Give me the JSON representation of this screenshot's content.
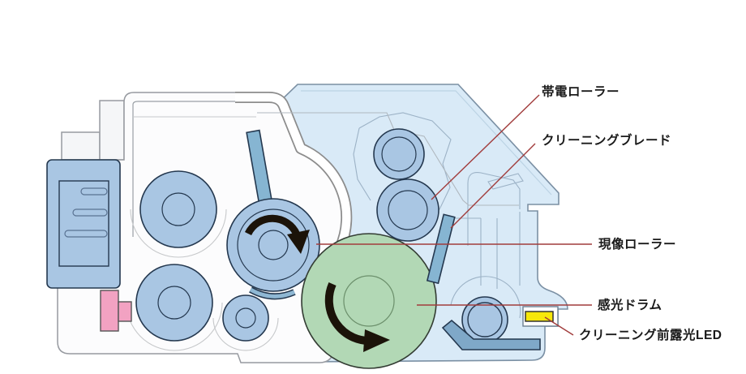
{
  "labels": [
    {
      "id": "charging-roller",
      "text": "帯電ローラー"
    },
    {
      "id": "cleaning-blade",
      "text": "クリーニングブレード"
    },
    {
      "id": "developing-roller",
      "text": "現像ローラー"
    },
    {
      "id": "photosensitive-drum",
      "text": "感光ドラム"
    },
    {
      "id": "pre-cleaning-exposure-led",
      "text": "クリーニング前露光LED"
    }
  ],
  "colors": {
    "housing": "#d9eaf7",
    "body_white": "#fcfcfd",
    "back_panel": "#f5f6f8",
    "roller_blue": "#a9c6e3",
    "roller_blue_dark": "#9db6d9",
    "drum_green": "#b2d8b5",
    "blade_blue": "#86b5d2",
    "guide_blue": "#7fa8c8",
    "pink": "#f2a2c2",
    "led_yellow": "#f6e70a",
    "leader_line": "#a13c3c",
    "label_text": "#1a1a1a"
  }
}
